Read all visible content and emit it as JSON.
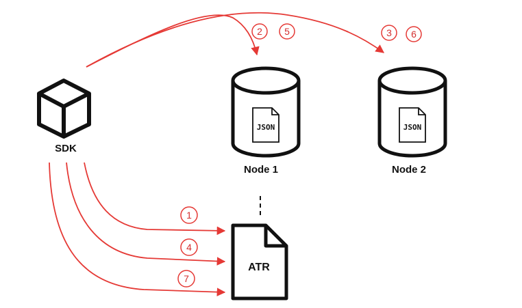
{
  "sdk": {
    "label": "SDK"
  },
  "nodes": [
    {
      "label": "Node 1",
      "doc_label": "JSON"
    },
    {
      "label": "Node 2",
      "doc_label": "JSON"
    }
  ],
  "atr": {
    "label": "ATR"
  },
  "steps": {
    "s1": "1",
    "s2": "2",
    "s3": "3",
    "s4": "4",
    "s5": "5",
    "s6": "6",
    "s7": "7"
  },
  "colors": {
    "arrow": "#e53935",
    "stroke": "#111111"
  }
}
